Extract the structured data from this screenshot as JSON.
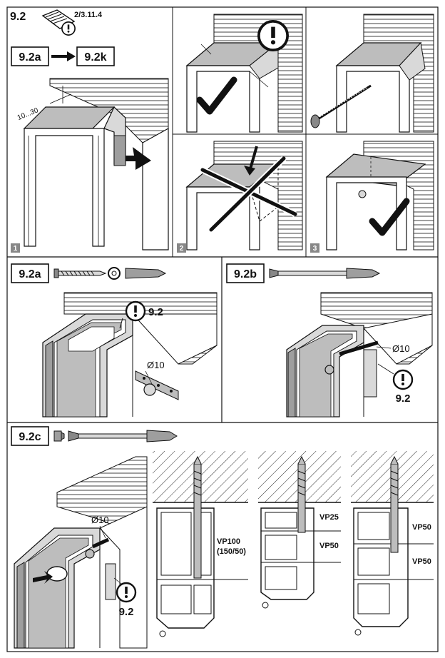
{
  "header": {
    "step": "9.2",
    "ref": "2/3.11.4",
    "range_from": "9.2a",
    "range_to": "9.2k"
  },
  "panel1": {
    "dimension": "10...30",
    "number": "1"
  },
  "panel2": {
    "number": "2"
  },
  "panel3": {
    "number": "3"
  },
  "section_a": {
    "title": "9.2a",
    "diameter": "Ø10",
    "note_ref": "9.2"
  },
  "section_b": {
    "title": "9.2b",
    "diameter": "Ø10",
    "note_ref": "9.2"
  },
  "section_c": {
    "title": "9.2c",
    "diameter": "Ø10",
    "note_ref": "9.2",
    "detail1": {
      "label": "VP100",
      "sub": "(150/50)"
    },
    "detail2": {
      "label_top": "VP25",
      "label_bottom": "VP50"
    },
    "detail3": {
      "label_top": "VP50",
      "label_bottom": "VP50"
    }
  },
  "colors": {
    "line": "#111111",
    "frame_grey": "#d9d9d9",
    "shade": "#bdbdbd",
    "badge": "#888888"
  }
}
